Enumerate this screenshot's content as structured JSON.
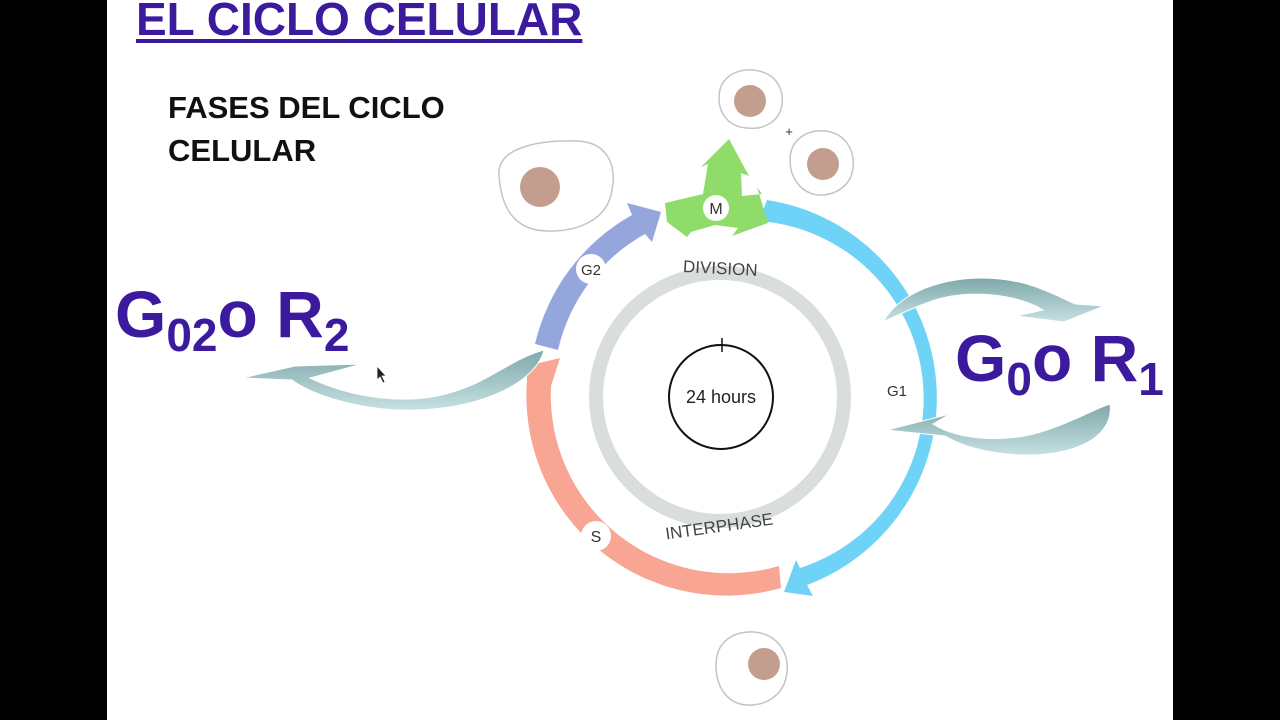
{
  "slide": {
    "title": "EL CICLO CELULAR",
    "subtitle": "FASES DEL CICLO CELULAR"
  },
  "labels": {
    "g0_main": "G",
    "g0_sub": "0",
    "g0_o": "o R",
    "g0_r_sub": "1",
    "g02_main": "G",
    "g02_sub": "02",
    "g02_o": "o R",
    "g02_r_sub": "2"
  },
  "cycle": {
    "phases": {
      "m": "M",
      "g1": "G1",
      "s": "S",
      "g2": "G2"
    },
    "ring_top_label": "DIVISION",
    "ring_bottom_label": "INTERPHASE",
    "center_label": "24 hours",
    "plus_sign": "+"
  },
  "colors": {
    "title": "#3b1a9e",
    "m_phase": "#8fdc6a",
    "g1_phase": "#6fd3f7",
    "s_phase": "#f8a593",
    "g2_phase": "#95a6dc",
    "ring": "#d9dedd",
    "curved_arrow": "#9fc3c4",
    "nucleus": "#c39e8e"
  }
}
